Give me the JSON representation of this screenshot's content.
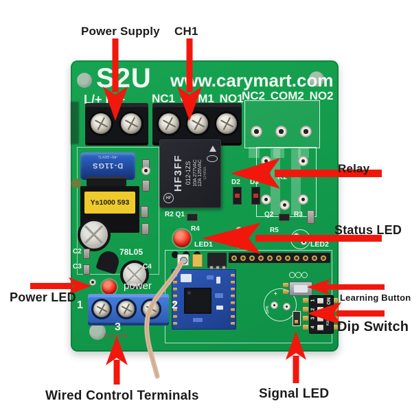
{
  "colors": {
    "background": "#ffffff",
    "board_green": "#14a14f",
    "silkscreen_white": "#f2f8f2",
    "arrow_red": "#f2170d",
    "annotation_text": "#1b1b1b",
    "terminal_blue": "#3570d4",
    "rf_module_blue": "#2b55b2",
    "transformer_yellow": "#eecb2a",
    "led_red": "#e01818"
  },
  "annotations": {
    "power_supply": "Power Supply",
    "ch1": "CH1",
    "relay": "Relay",
    "status_led": "Status LED",
    "power_led": "Power LED",
    "learning_button": "Learning Button",
    "dip_switch": "Dip Switch",
    "wired_control_terminals": "Wired Control Terminals",
    "signal_led": "Signal LED"
  },
  "board": {
    "model": "S2U",
    "website": "www.carymart.com",
    "power_terminal_label": "L/+ N/−",
    "ch1_terminal_label": "NC1 COM1 NO1",
    "ch2_terminal_label": "NC2 COM2 NO2",
    "relay": {
      "series": "HF3FF",
      "part": "012-1ZS",
      "rating_1": "10A 277VAC",
      "rating_2": "12A 125VAC",
      "origin": "CHINA",
      "logo": "HF"
    },
    "psu": {
      "capacitor_series": "D-11GS",
      "capacitor_temp": "-40~105°C",
      "transformer": "Ys1000 593"
    },
    "silkscreen": {
      "c2": "C2",
      "c3": "C3",
      "c4": "C4",
      "regulator": "78L05",
      "d2": "D2",
      "d3": "D3",
      "r2_q1": "R2 Q1",
      "r4": "R4",
      "q2": "Q2",
      "r5": "R5",
      "r3": "R3",
      "led1": "LED1",
      "led2": "LED2",
      "k2": "K2",
      "power": "power",
      "terminal_1": "1",
      "terminal_2": "2",
      "terminal_3": "3",
      "serial": "8-1212541",
      "spk": "SPK"
    },
    "dip_switch": {
      "on": "ON",
      "positions": [
        "1",
        "2",
        "3",
        "4"
      ],
      "brand": "KE"
    }
  }
}
